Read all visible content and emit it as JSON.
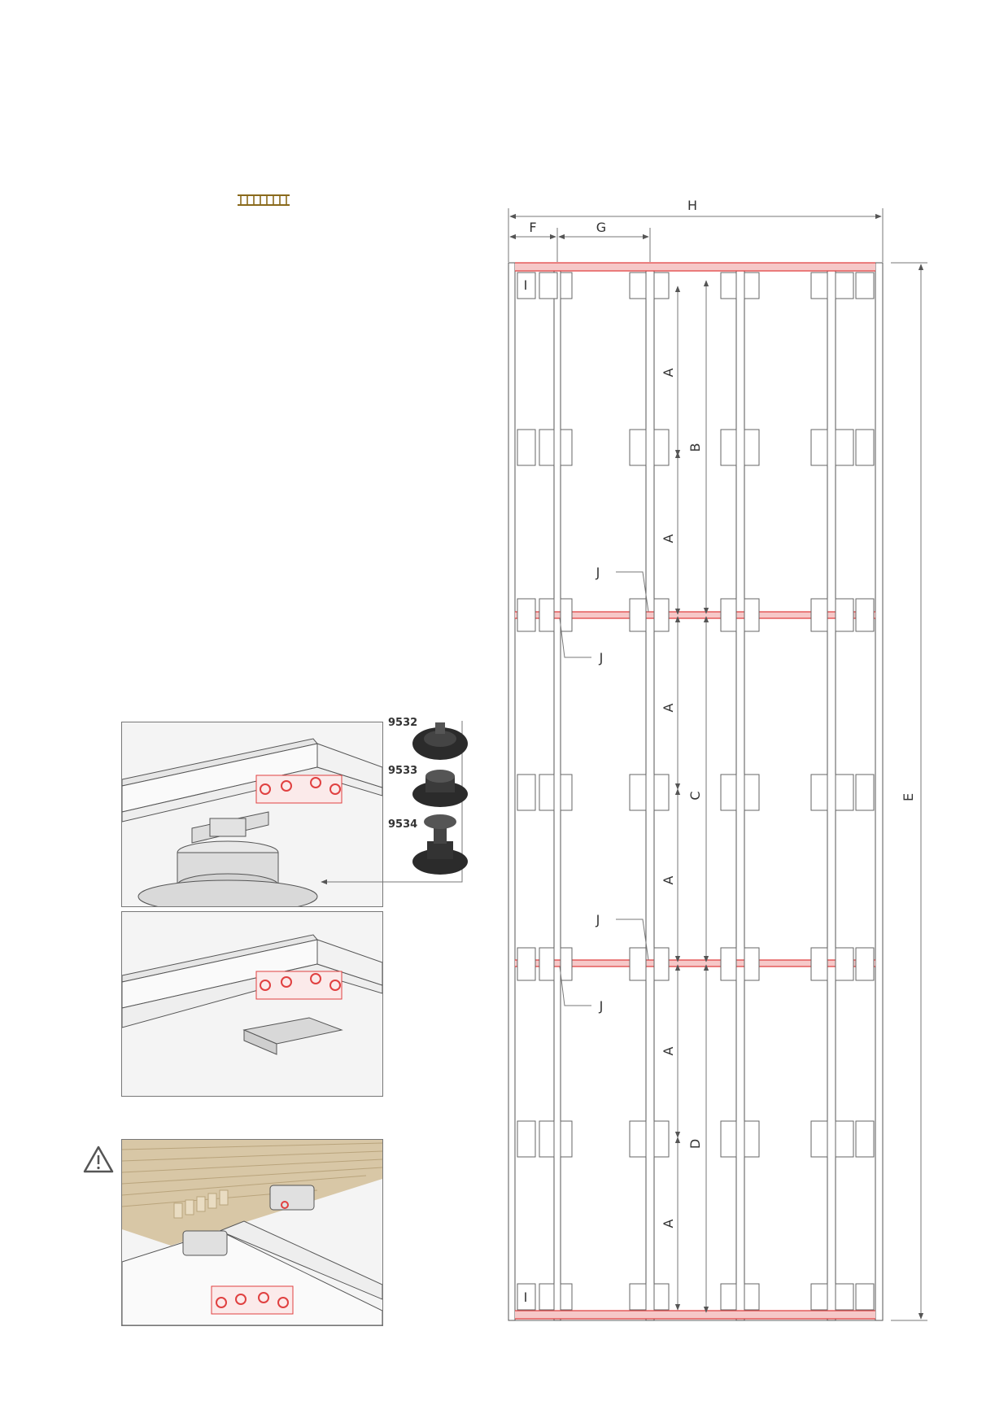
{
  "labels": {
    "A": "A",
    "B": "B",
    "C": "C",
    "D": "D",
    "E": "E",
    "F": "F",
    "G": "G",
    "H": "H",
    "I": "I",
    "J": "J"
  },
  "pedestals": [
    {
      "code": "9532",
      "icon": "low-pedestal-icon"
    },
    {
      "code": "9533",
      "icon": "mid-pedestal-icon"
    },
    {
      "code": "9534",
      "icon": "tall-pedestal-icon"
    }
  ],
  "colors": {
    "accent_red": "#e04040",
    "rail_grey": "#555555",
    "deck_wood": "#d8c7a6",
    "legend_icon_brown": "#8a6a1c"
  }
}
